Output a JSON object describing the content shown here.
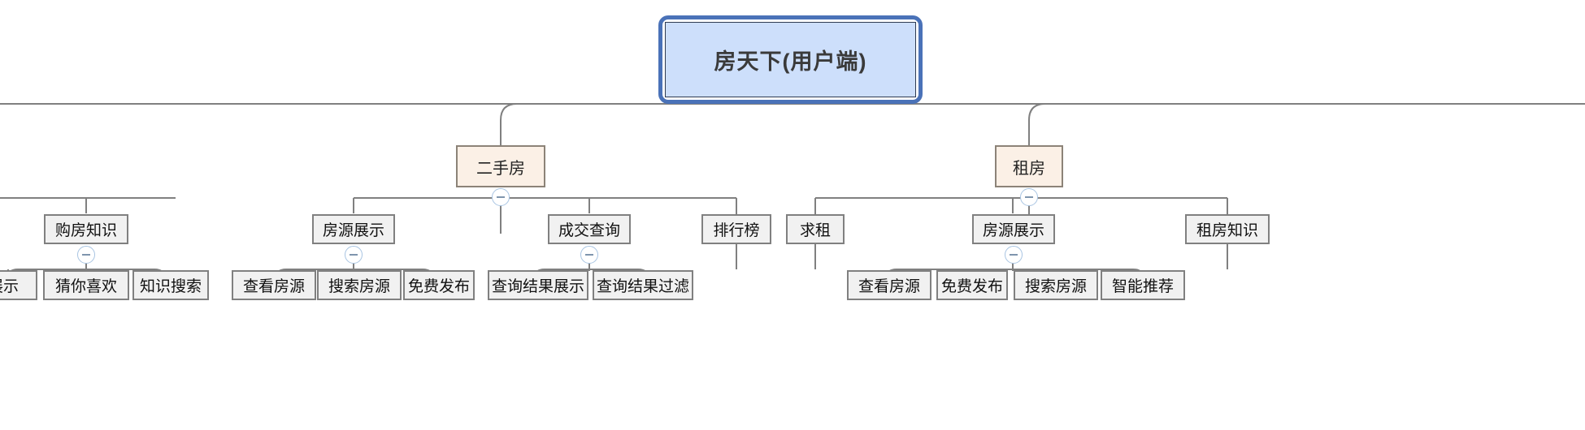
{
  "diagram": {
    "title": "房天下(用户端)",
    "type": "mindmap-tree",
    "orientation": "top-down",
    "colors": {
      "root_fill": "#cddffb",
      "root_border": "#2f3b52",
      "root_selection": "#4a72b8",
      "level2_fill": "#fbf0e6",
      "level2_border": "#8c8378",
      "level3_fill": "#f1f1f1",
      "level3_border": "#808080",
      "edge": "#808080",
      "collapse_border": "#a8c4e2",
      "collapse_glyph": "#7f95ad"
    },
    "root": {
      "label": "房天下(用户端)"
    },
    "branches": [
      {
        "label": "",
        "clipped": true,
        "children": [
          {
            "label": "购房知识",
            "collapse": "minus",
            "children": [
              {
                "label": "展示",
                "clipped": true
              },
              {
                "label": "猜你喜欢"
              },
              {
                "label": "知识搜索"
              }
            ]
          }
        ]
      },
      {
        "label": "二手房",
        "collapse": "minus",
        "children": [
          {
            "label": "房源展示",
            "collapse": "minus",
            "children": [
              {
                "label": "查看房源"
              },
              {
                "label": "搜索房源"
              },
              {
                "label": "免费发布"
              }
            ]
          },
          {
            "label": "成交查询",
            "collapse": "minus",
            "children": [
              {
                "label": "查询结果展示"
              },
              {
                "label": "查询结果过滤"
              }
            ]
          },
          {
            "label": "排行榜"
          }
        ]
      },
      {
        "label": "租房",
        "collapse": "minus",
        "children": [
          {
            "label": "求租"
          },
          {
            "label": "房源展示",
            "collapse": "minus",
            "children": [
              {
                "label": "查看房源"
              },
              {
                "label": "免费发布"
              },
              {
                "label": "搜索房源"
              },
              {
                "label": "智能推荐"
              }
            ]
          },
          {
            "label": "租房知识"
          }
        ]
      }
    ],
    "collapse_glyph": "−"
  }
}
